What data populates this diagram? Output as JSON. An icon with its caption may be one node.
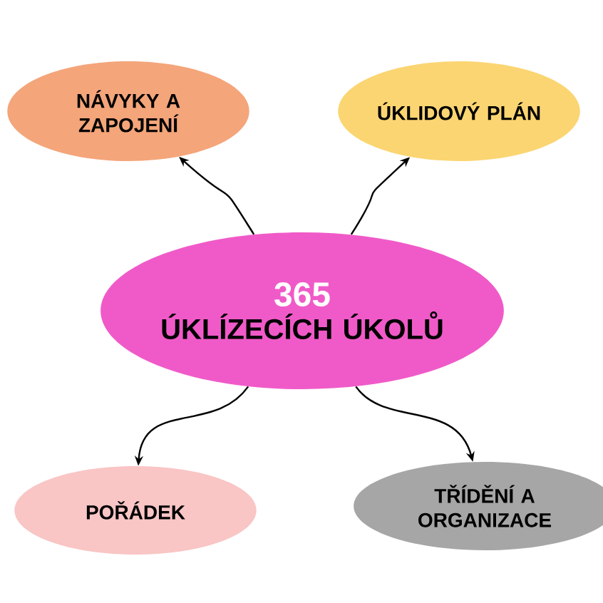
{
  "diagram": {
    "nodes": [
      {
        "text": [
          "365",
          "ÚKLÍZECÍCH ÚKOLŮ"
        ]
      },
      {
        "text": [
          "NÁVYKY A ZAPOJENÍ"
        ]
      },
      {
        "text": [
          "ÚKLIDOVÝ PLÁN"
        ]
      },
      {
        "text": [
          "POŘÁDEK"
        ]
      },
      {
        "text": [
          "TŘÍDĚNÍ A ORGANIZACE"
        ]
      }
    ],
    "edges": [
      {
        "from": 0,
        "to": 1,
        "arrow": "to"
      },
      {
        "from": 0,
        "to": 2,
        "arrow": "to"
      },
      {
        "from": 0,
        "to": 3,
        "arrow": "to"
      },
      {
        "from": 0,
        "to": 4,
        "arrow": "to"
      }
    ]
  }
}
